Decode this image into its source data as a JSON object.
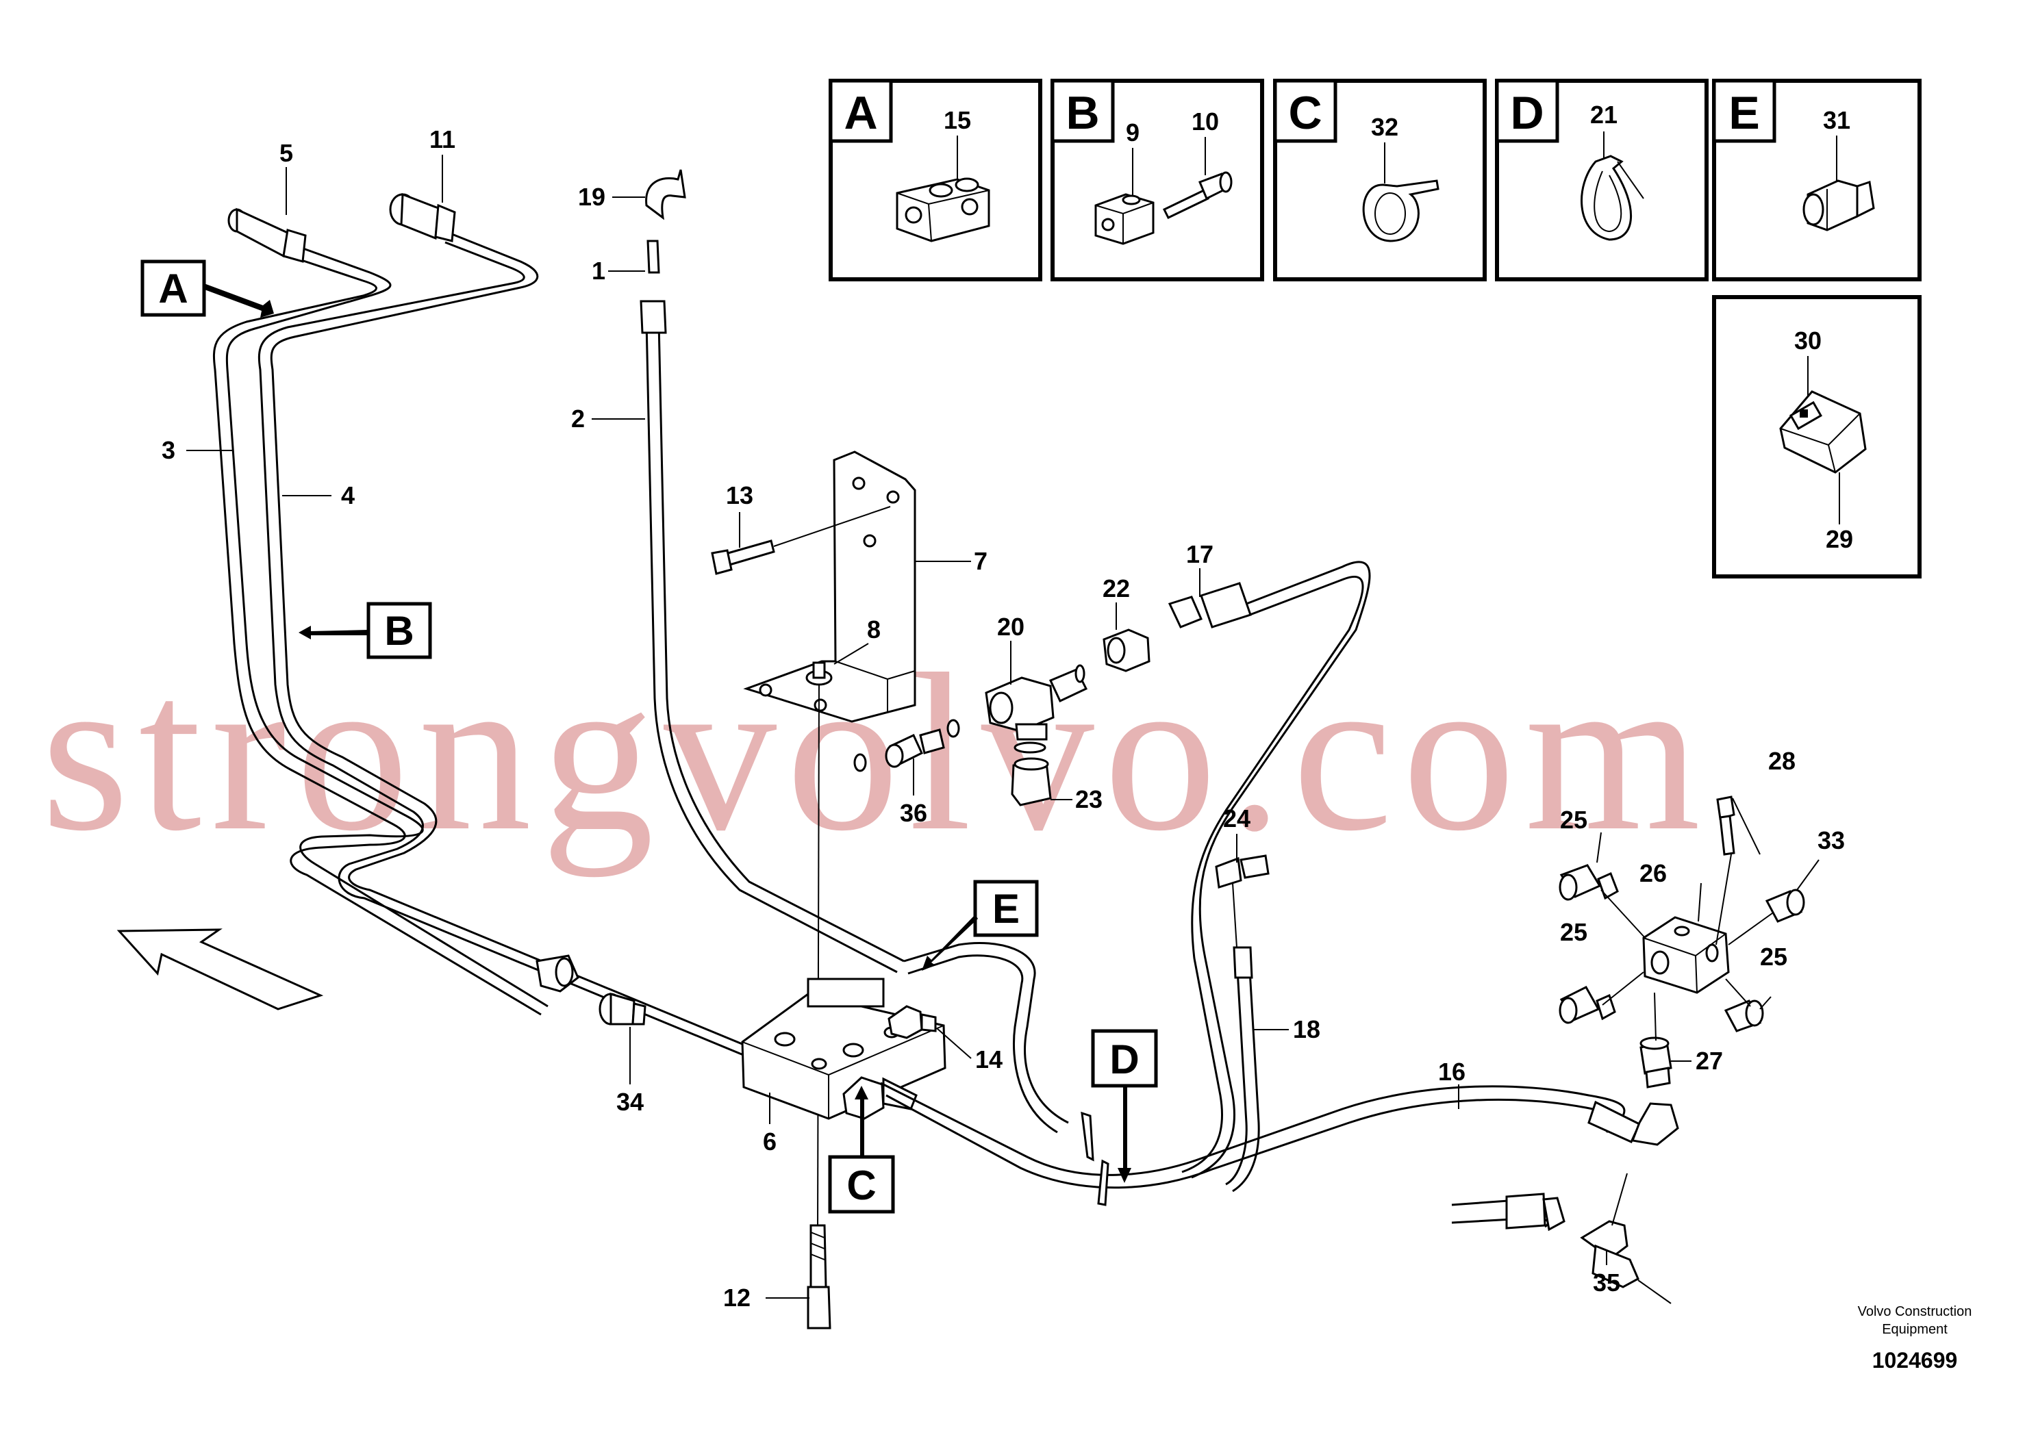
{
  "detail_boxes": [
    {
      "letter": "A",
      "parts": [
        "15"
      ]
    },
    {
      "letter": "B",
      "parts": [
        "9",
        "10"
      ]
    },
    {
      "letter": "C",
      "parts": [
        "32"
      ]
    },
    {
      "letter": "D",
      "parts": [
        "21"
      ]
    },
    {
      "letter": "E",
      "parts": [
        "31"
      ]
    },
    {
      "letter": "",
      "parts": [
        "30",
        "29"
      ]
    }
  ],
  "callouts": {
    "A": "A",
    "B": "B",
    "C": "C",
    "D": "D",
    "E": "E"
  },
  "part_numbers": {
    "p1": "1",
    "p2": "2",
    "p3": "3",
    "p4": "4",
    "p5": "5",
    "p6": "6",
    "p7": "7",
    "p8": "8",
    "p11": "11",
    "p12": "12",
    "p13": "13",
    "p14": "14",
    "p16": "16",
    "p17": "17",
    "p18": "18",
    "p19": "19",
    "p20": "20",
    "p22": "22",
    "p23": "23",
    "p24": "24",
    "p25a": "25",
    "p25b": "25",
    "p25c": "25",
    "p26": "26",
    "p27": "27",
    "p28": "28",
    "p33": "33",
    "p34": "34",
    "p35": "35",
    "p36": "36"
  },
  "watermark": "strongvolvo.com",
  "footer": {
    "company_line1": "Volvo Construction",
    "company_line2": "Equipment",
    "drawing_number": "1024699"
  }
}
